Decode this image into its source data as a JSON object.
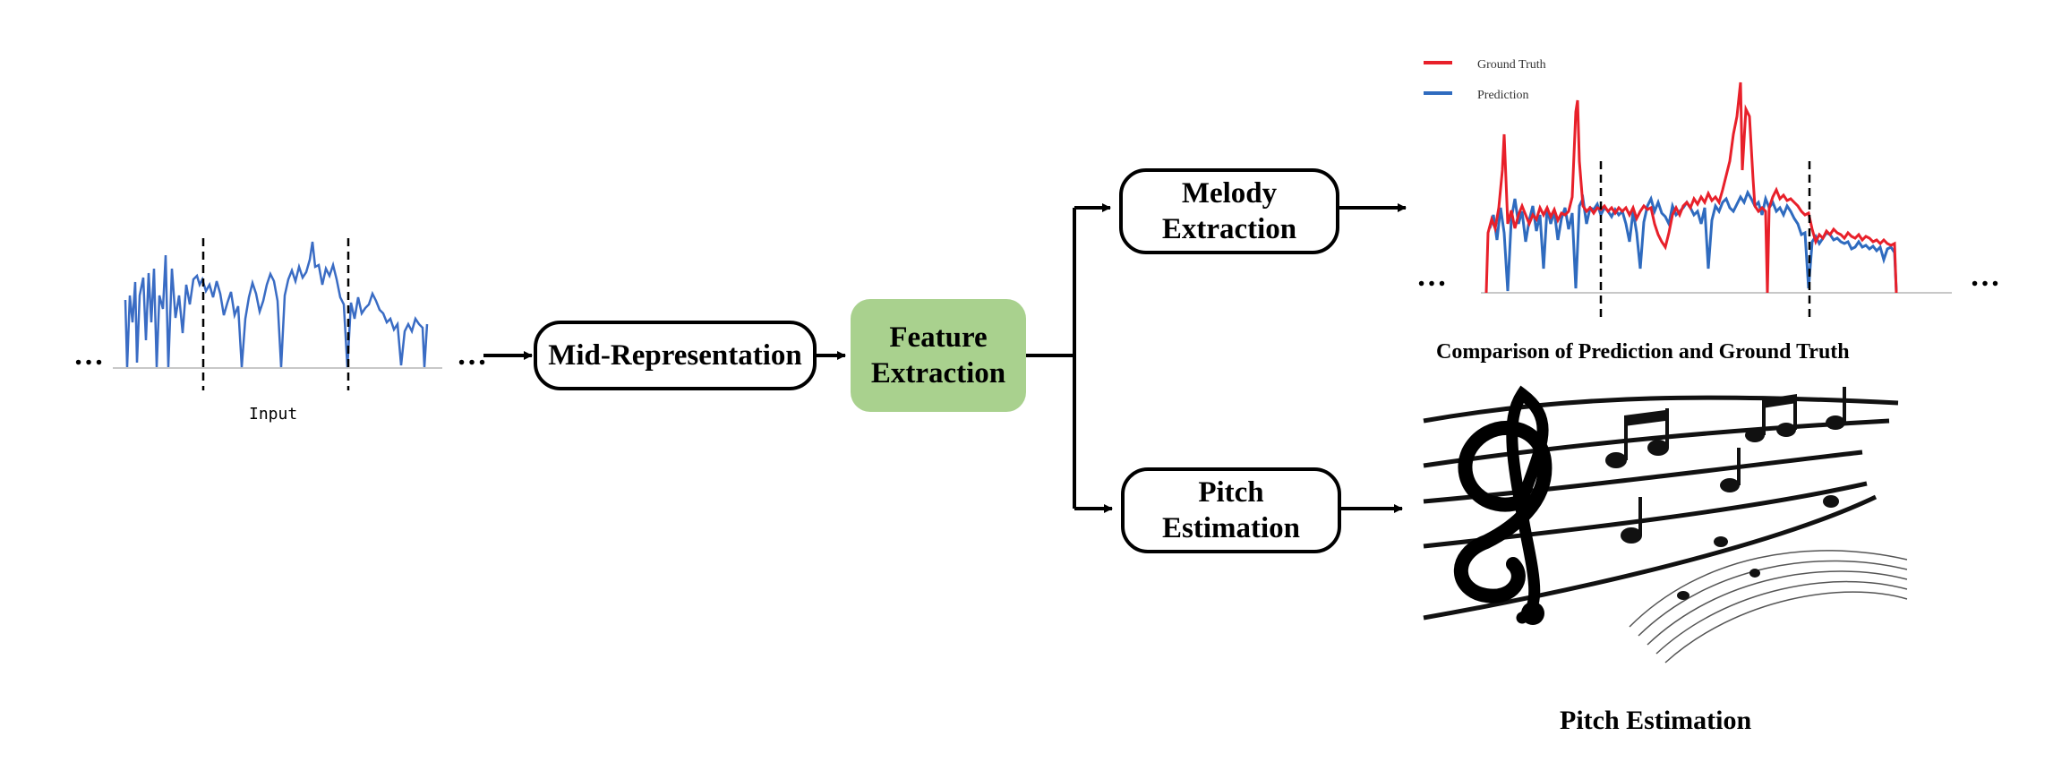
{
  "input": {
    "label": "Input",
    "ellipsis_left": "…",
    "ellipsis_right": "…"
  },
  "nodes": {
    "mid_representation": "Mid-Representation",
    "feature_extraction": [
      "Feature",
      "Extraction"
    ],
    "melody_extraction": [
      "Melody",
      "Extraction"
    ],
    "pitch_estimation": [
      "Pitch",
      "Estimation"
    ]
  },
  "comparison": {
    "legend": [
      "Ground Truth",
      "Prediction"
    ],
    "caption": "Comparison of Prediction and Ground Truth",
    "ellipsis_left": "…",
    "ellipsis_right": "…"
  },
  "pitch_panel": {
    "caption": "Pitch Estimation"
  },
  "colors": {
    "ground_truth": "#e8202a",
    "prediction": "#2f6bbf",
    "feature_box": "#a9d18e",
    "waveform": "#3a6cc4",
    "baseline": "#c8c8c8"
  },
  "icons": [
    "treble-clef-icon",
    "music-notes-icon"
  ]
}
